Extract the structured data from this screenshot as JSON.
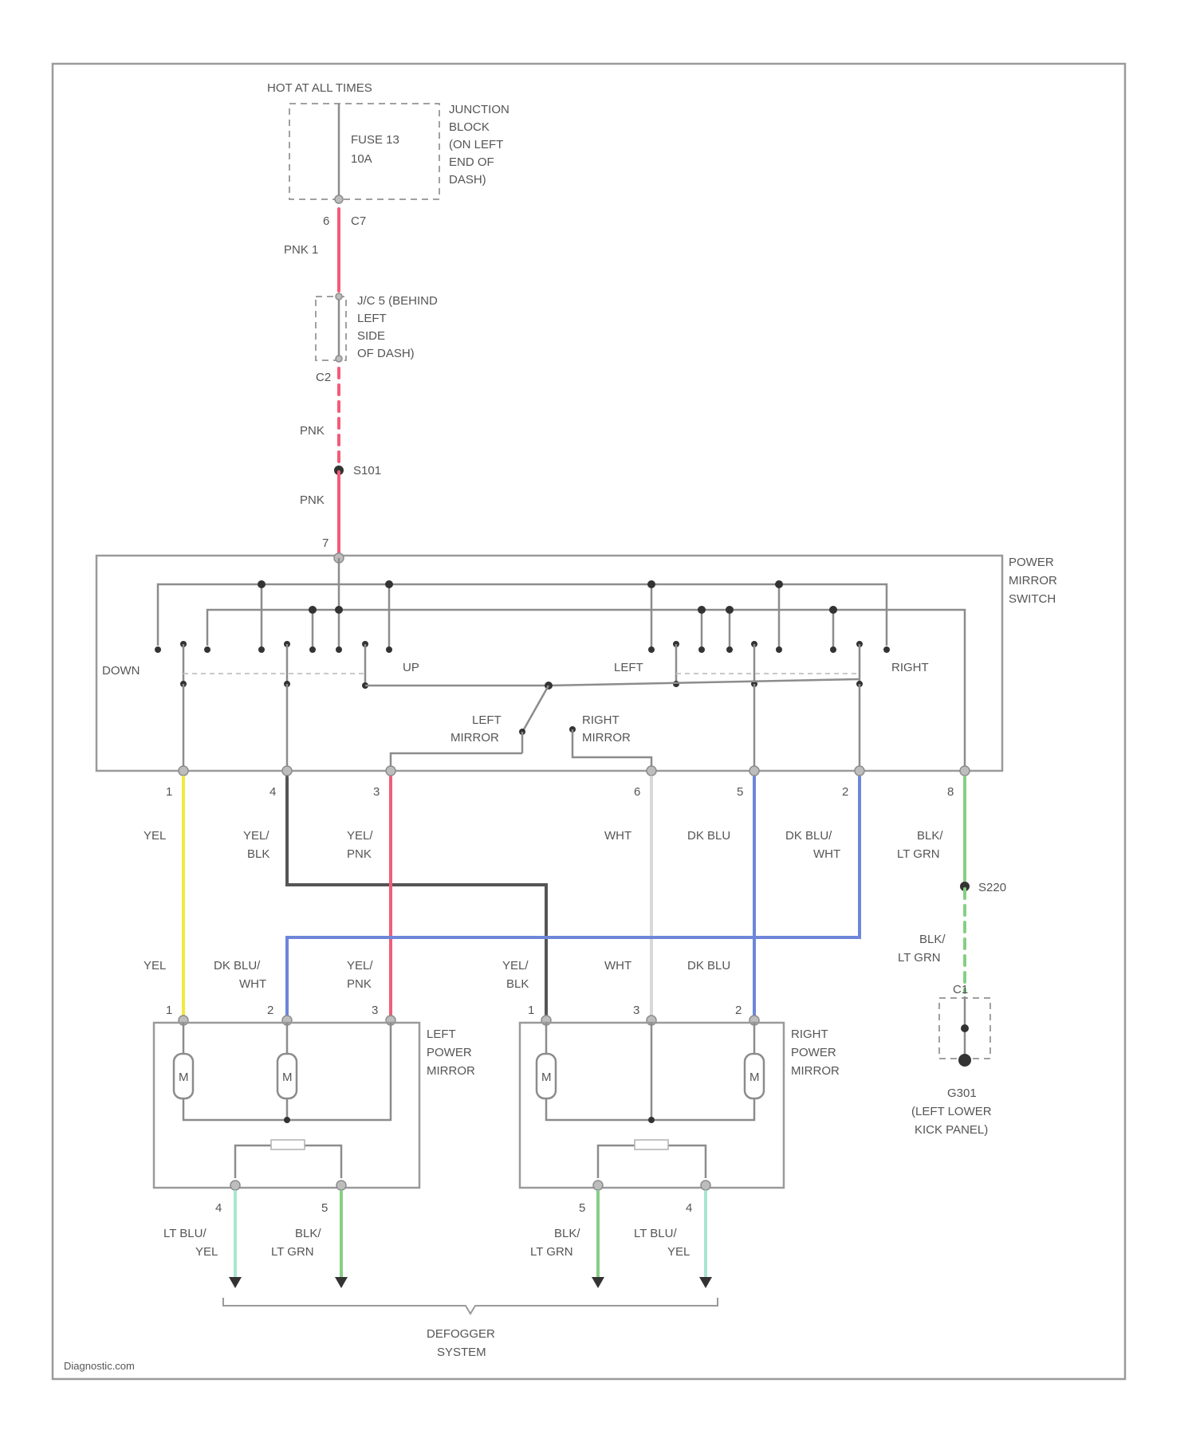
{
  "colors": {
    "pink": "#f25c78",
    "yellow": "#f2ea3a",
    "black": "#555555",
    "white": "#d8d8d8",
    "dk_blue": "#6d86d9",
    "lt_green": "#86cf86",
    "lt_blue": "#a9e6cf",
    "frame": "#9a9a9a"
  },
  "header": {
    "hot": "HOT AT ALL TIMES",
    "fuse_line1": "FUSE 13",
    "fuse_line2": "10A",
    "jb_line1": "JUNCTION",
    "jb_line2": "BLOCK",
    "jb_line3": "(ON LEFT",
    "jb_line4": "END OF",
    "jb_line5": "DASH)",
    "jb_pin": "6",
    "jb_conn": "C7"
  },
  "upper_wires": {
    "pnk_1": "PNK 1",
    "jc_line1": "J/C 5 (BEHIND",
    "jc_line2": "LEFT",
    "jc_line3": "SIDE",
    "jc_line4": "OF DASH)",
    "jc_pin": "C2",
    "pnk_2": "PNK",
    "splice": "S101",
    "pnk_3": "PNK",
    "sw_pin": "7"
  },
  "switch": {
    "title_line1": "POWER",
    "title_line2": "MIRROR",
    "title_line3": "SWITCH",
    "down": "DOWN",
    "up": "UP",
    "left": "LEFT",
    "right": "RIGHT",
    "lm_line1": "LEFT",
    "lm_line2": "MIRROR",
    "rm_line1": "RIGHT",
    "rm_line2": "MIRROR"
  },
  "switch_pins": [
    "1",
    "4",
    "3",
    "6",
    "5",
    "2",
    "8"
  ],
  "upper_colors": [
    {
      "l1": "YEL",
      "l2": ""
    },
    {
      "l1": "YEL/",
      "l2": "BLK"
    },
    {
      "l1": "YEL/",
      "l2": "PNK"
    },
    {
      "l1": "WHT",
      "l2": ""
    },
    {
      "l1": "DK BLU",
      "l2": ""
    },
    {
      "l1": "DK BLU/",
      "l2": "WHT"
    },
    {
      "l1": "BLK/",
      "l2": "LT GRN"
    }
  ],
  "ground": {
    "splice": "S220",
    "color_l1": "BLK/",
    "color_l2": "LT GRN",
    "pin": "C1",
    "name_line1": "G301",
    "name_line2": "(LEFT LOWER",
    "name_line3": "KICK PANEL)"
  },
  "lower_colors": [
    {
      "l1": "YEL",
      "l2": ""
    },
    {
      "l1": "DK BLU/",
      "l2": "WHT"
    },
    {
      "l1": "YEL/",
      "l2": "PNK"
    },
    {
      "l1": "YEL/",
      "l2": "BLK"
    },
    {
      "l1": "WHT",
      "l2": ""
    },
    {
      "l1": "DK BLU",
      "l2": ""
    }
  ],
  "mirror_pins": [
    "1",
    "2",
    "3",
    "1",
    "3",
    "2"
  ],
  "left_mirror": {
    "line1": "LEFT",
    "line2": "POWER",
    "line3": "MIRROR",
    "motor1": "M",
    "motor2": "M",
    "heater_pins": [
      "4",
      "5"
    ],
    "out": [
      {
        "l1": "LT BLU/",
        "l2": "YEL"
      },
      {
        "l1": "BLK/",
        "l2": "LT GRN"
      }
    ]
  },
  "right_mirror": {
    "line1": "RIGHT",
    "line2": "POWER",
    "line3": "MIRROR",
    "motor1": "M",
    "motor2": "M",
    "heater_pins": [
      "5",
      "4"
    ],
    "out": [
      {
        "l1": "BLK/",
        "l2": "LT GRN"
      },
      {
        "l1": "LT BLU/",
        "l2": "YEL"
      }
    ]
  },
  "defogger": {
    "line1": "DEFOGGER",
    "line2": "SYSTEM"
  },
  "watermark": "Diagnostic.com"
}
